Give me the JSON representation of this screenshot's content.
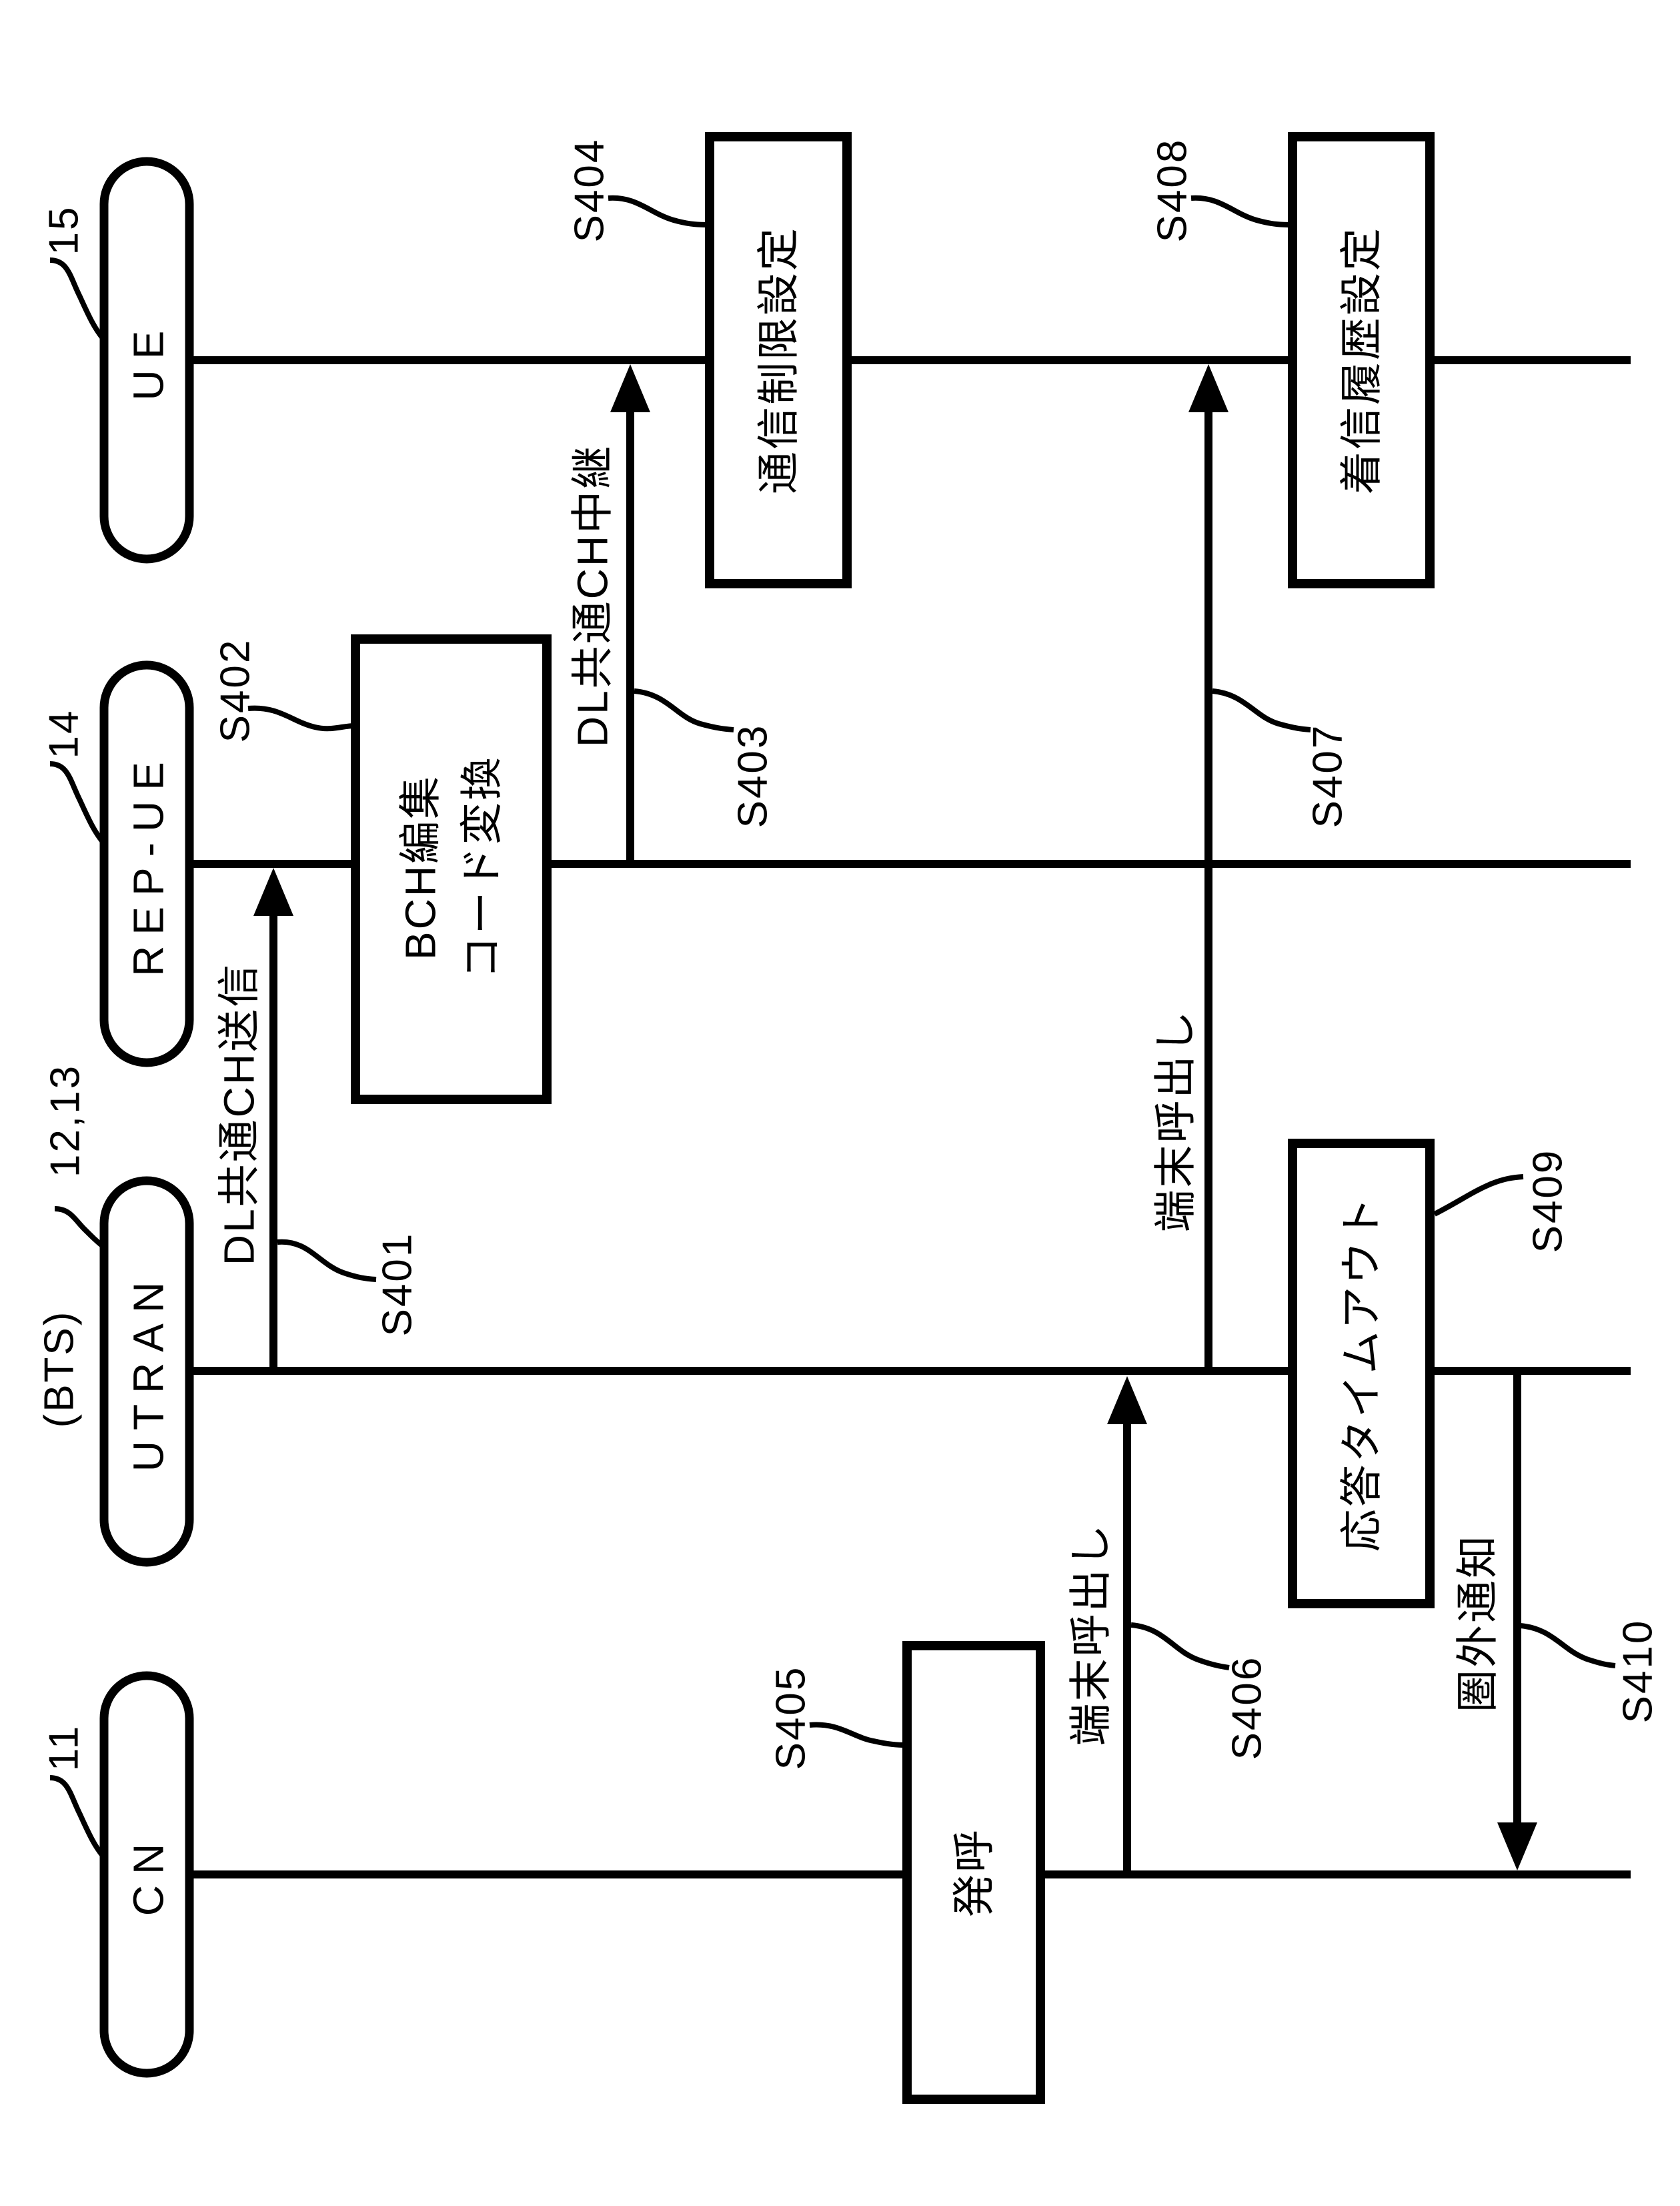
{
  "entities": {
    "ue": {
      "name": "UE",
      "ref": "15"
    },
    "repue": {
      "name": "REP-UE",
      "ref": "14"
    },
    "utran": {
      "name": "UTRAN",
      "ref": "12,13",
      "ref_prefix": "(BTS)"
    },
    "cn": {
      "name": "CN",
      "ref": "11"
    }
  },
  "steps": {
    "s401": {
      "no": "S401",
      "label": "DL共通CH送信"
    },
    "s402": {
      "no": "S402",
      "line1": "BCH編集",
      "line2": "コード変換"
    },
    "s403": {
      "no": "S403",
      "label": "DL共通CH中継"
    },
    "s404": {
      "no": "S404",
      "label": "通信制限設定"
    },
    "s405": {
      "no": "S405",
      "label": "発呼"
    },
    "s406": {
      "no": "S406",
      "label": "端末呼出し"
    },
    "s407": {
      "no": "S407",
      "label": "端末呼出し"
    },
    "s408": {
      "no": "S408",
      "label": "着信履歴設定"
    },
    "s409": {
      "no": "S409",
      "label": "応答タイムアウト"
    },
    "s410": {
      "no": "S410",
      "label": "圏外通知"
    }
  }
}
